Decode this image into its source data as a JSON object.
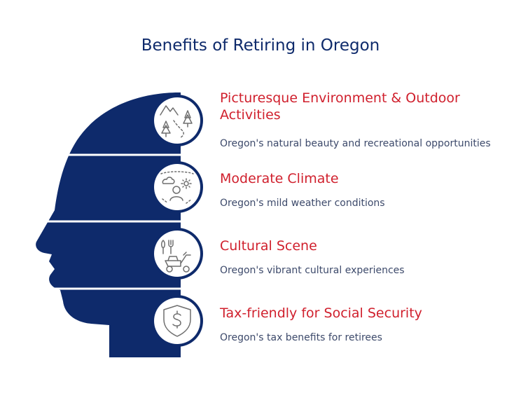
{
  "title": "Benefits of Retiring in Oregon",
  "colors": {
    "navy": "#0e2a6b",
    "accent": "#d0202d",
    "text": "#3d4a6b",
    "icon": "#6e6e6e"
  },
  "items": [
    {
      "title": "Picturesque Environment & Outdoor Activities",
      "description": "Oregon's natural beauty and recreational opportunities",
      "icon": "mountains-trees-icon"
    },
    {
      "title": "Moderate Climate",
      "description": "Oregon's mild weather conditions",
      "icon": "weather-person-icon"
    },
    {
      "title": "Cultural Scene",
      "description": "Oregon's vibrant cultural experiences",
      "icon": "dining-scooter-icon"
    },
    {
      "title": "Tax-friendly for Social Security",
      "description": "Oregon's tax benefits for retirees",
      "icon": "dollar-shield-icon"
    }
  ]
}
